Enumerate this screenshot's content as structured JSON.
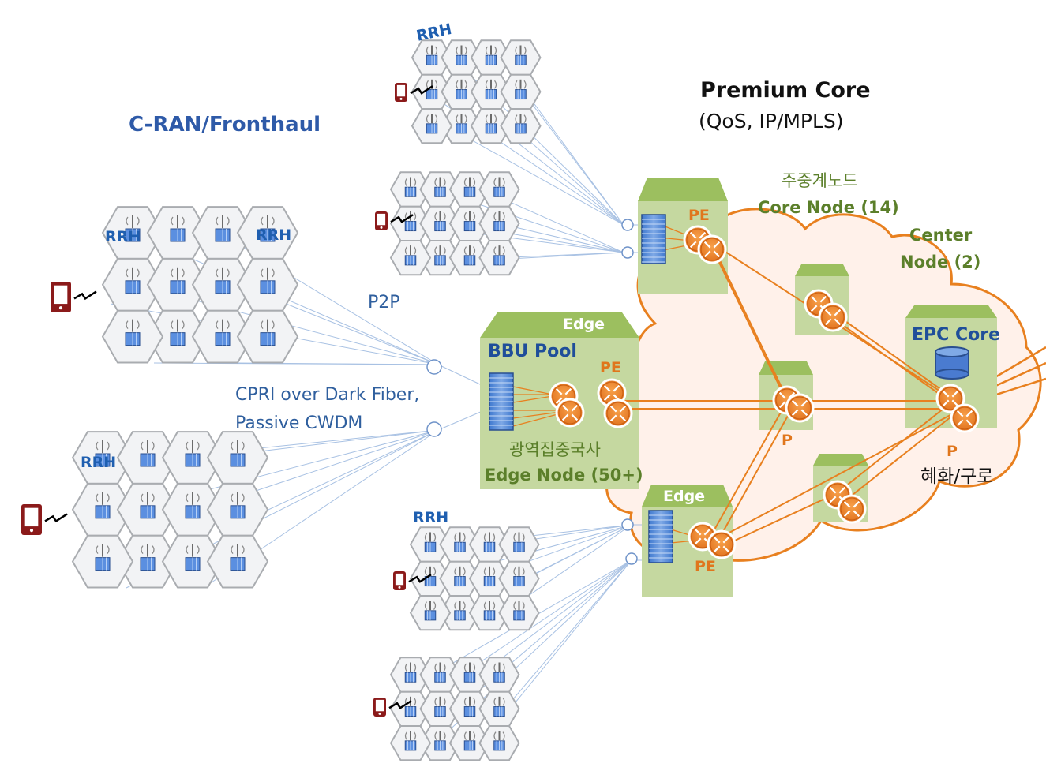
{
  "labels": {
    "cran_title": "C-RAN/Fronthaul",
    "rrh": "RRH",
    "p2p": "P2P",
    "cpri_line1": "CPRI over Dark Fiber,",
    "cpri_line2": "Passive CWDM",
    "premium_title": "Premium Core",
    "premium_sub": "(QoS, IP/MPLS)",
    "core_node_kr": "주중계노드",
    "core_node_en": "Core Node (14)",
    "center_line1": "Center",
    "center_line2": "Node (2)",
    "edge": "Edge",
    "bbu_pool": "BBU Pool",
    "pe": "PE",
    "p": "P",
    "edge_node_kr": "광역집중국사",
    "edge_node_en": "Edge Node (50+)",
    "epc_core": "EPC Core",
    "hyehwa": "혜화/구로"
  },
  "colors": {
    "fiber_blue": "#8fb0d8",
    "orange": "#e8801f",
    "green_box": "#c5d8a0",
    "green_top": "#9cbf5f",
    "cloud_fill": "#fff1ea",
    "phone_red": "#8b1a1a"
  },
  "icons": [
    "cell-tower-icon",
    "rrh-unit-icon",
    "phone-icon",
    "router-icon",
    "server-rack-icon",
    "database-icon",
    "wave-icon"
  ]
}
